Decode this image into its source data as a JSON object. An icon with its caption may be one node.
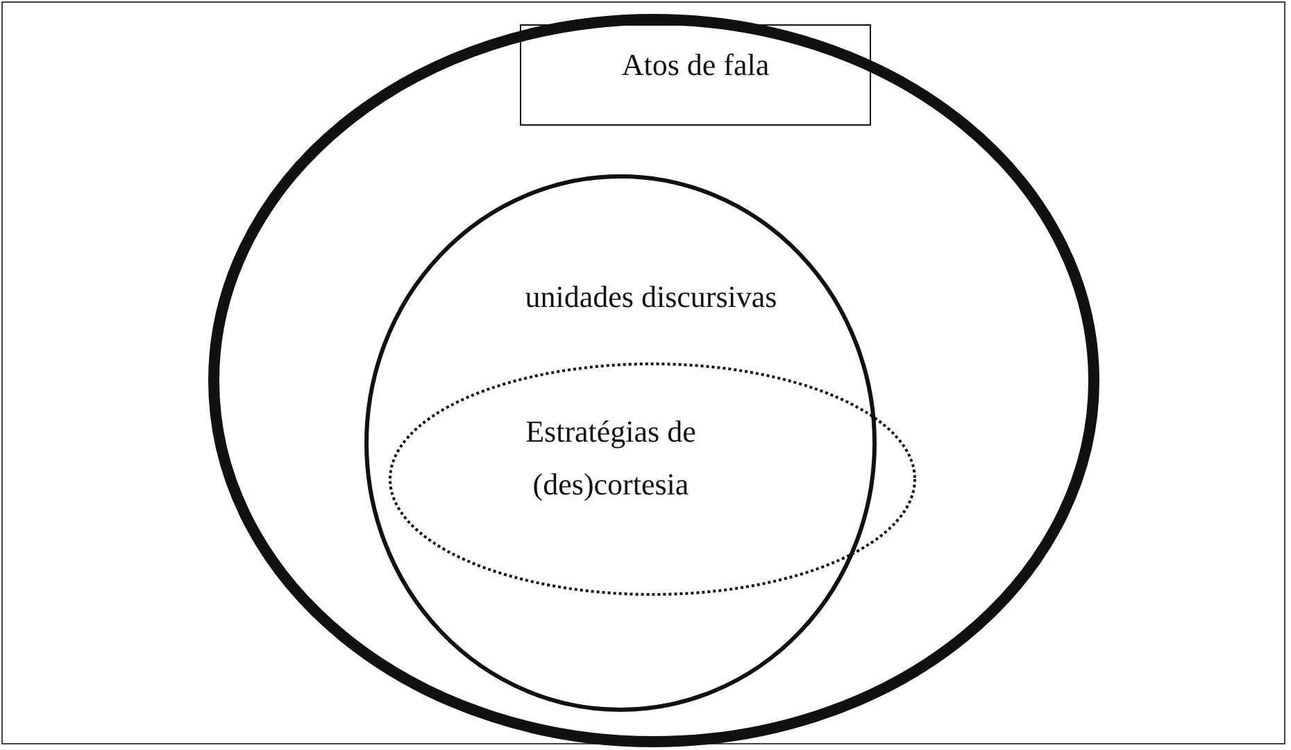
{
  "diagram": {
    "nodes": [
      {
        "text": [],
        "shape": "ellipse"
      },
      {
        "text": [
          "Atos de fala"
        ],
        "in": 0
      },
      {
        "text": [
          "unidades discursivas"
        ],
        "in": 0
      },
      {
        "text": [
          "Estratégias de (des)cortesia"
        ],
        "in": 0
      }
    ]
  }
}
